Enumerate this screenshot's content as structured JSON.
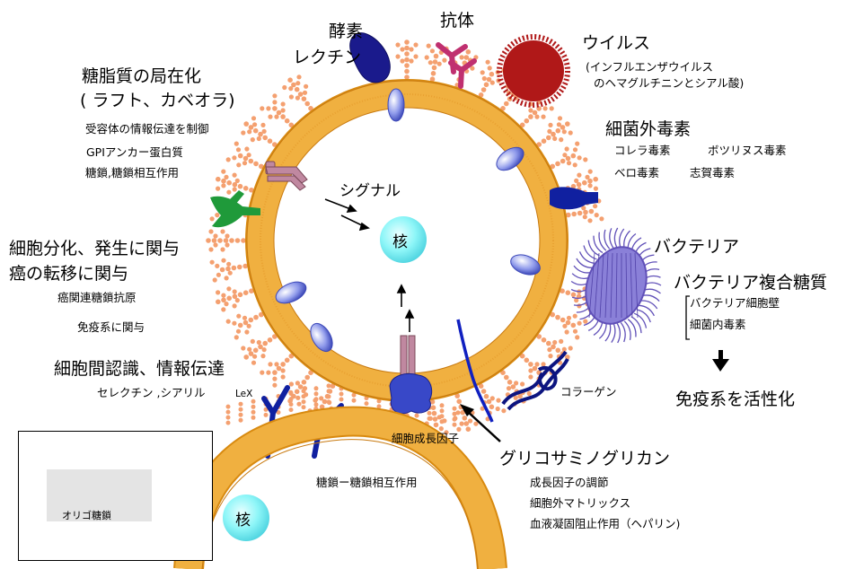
{
  "labels": {
    "enzyme_lectin": [
      "酵素",
      "レクチン"
    ],
    "antibody": "抗体",
    "virus": "ウイルス",
    "virus_note_1": "(インフルエンザウイルス",
    "virus_note_2": "のヘマグルチニンとシアル酸)",
    "glycolipid_title": "糖脂質の局在化",
    "glycolipid_raft": "( ラフト、カベオラ)",
    "glycolipid_notes": [
      "受容体の情報伝達を制御",
      "GPIアンカー蛋白質",
      "糖鎖,糖鎖相互作用"
    ],
    "toxin_title": "細菌外毒素",
    "toxin_row1": [
      "コレラ毒素",
      "ボツリヌス毒素"
    ],
    "toxin_row2": [
      "ベロ毒素",
      "志賀毒素"
    ],
    "signal": "シグナル",
    "nucleus": "核",
    "bacteria": "バクテリア",
    "bacteria_complex": "バクテリア複合糖質",
    "bacteria_notes": [
      "バクテリア細胞壁",
      "細菌内毒素"
    ],
    "immune_activate": "免疫系を活性化",
    "differentiation": [
      "細胞分化、発生に関与",
      "癌の転移に関与"
    ],
    "cancer_notes": [
      "癌関連糖鎖抗原",
      "免疫系に関与"
    ],
    "recognition": "細胞間認識、情報伝達",
    "selectin": "セレクチン ,シアリル",
    "lex": "LeX",
    "collagen": "コラーゲン",
    "growth_factor": "細胞成長因子",
    "gag": "グリコサミノグリカン",
    "gag_notes": [
      "成長因子の調節",
      "細胞外マトリックス",
      "血液凝固阻止作用（ヘパリン)"
    ],
    "carb_interaction": "糖鎖ー糖鎖相互作用",
    "legend": "オリゴ糖鎖"
  },
  "colors": {
    "membrane": "#f0b040",
    "membrane_edge": "#d88a10",
    "oligo": "#f4a070",
    "nucleus": "#8ef6f8",
    "protein": "#6b78d8",
    "enzyme": "#1a1a8c",
    "antibody": "#c03070",
    "virus": "#b01818",
    "receptor": "#b07888",
    "green": "#1f9a3a",
    "bacterium": "#6050b8",
    "dark_blue": "#1020a0"
  }
}
